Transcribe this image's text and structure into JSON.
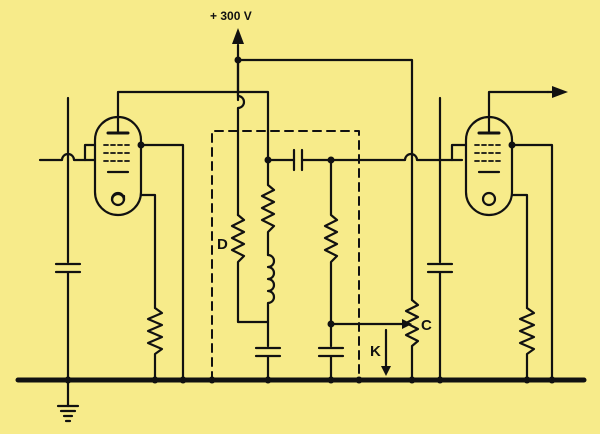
{
  "colors": {
    "background": "#f7eb8a",
    "ink": "#111111"
  },
  "labels": {
    "supply": "+ 300 V",
    "d": "D",
    "c": "C",
    "k": "K"
  },
  "icons": {
    "ground": "ground-symbol",
    "output_arrow": "arrow-right",
    "supply_arrow": "arrow-up",
    "wiper_arrow": "arrow-down"
  }
}
